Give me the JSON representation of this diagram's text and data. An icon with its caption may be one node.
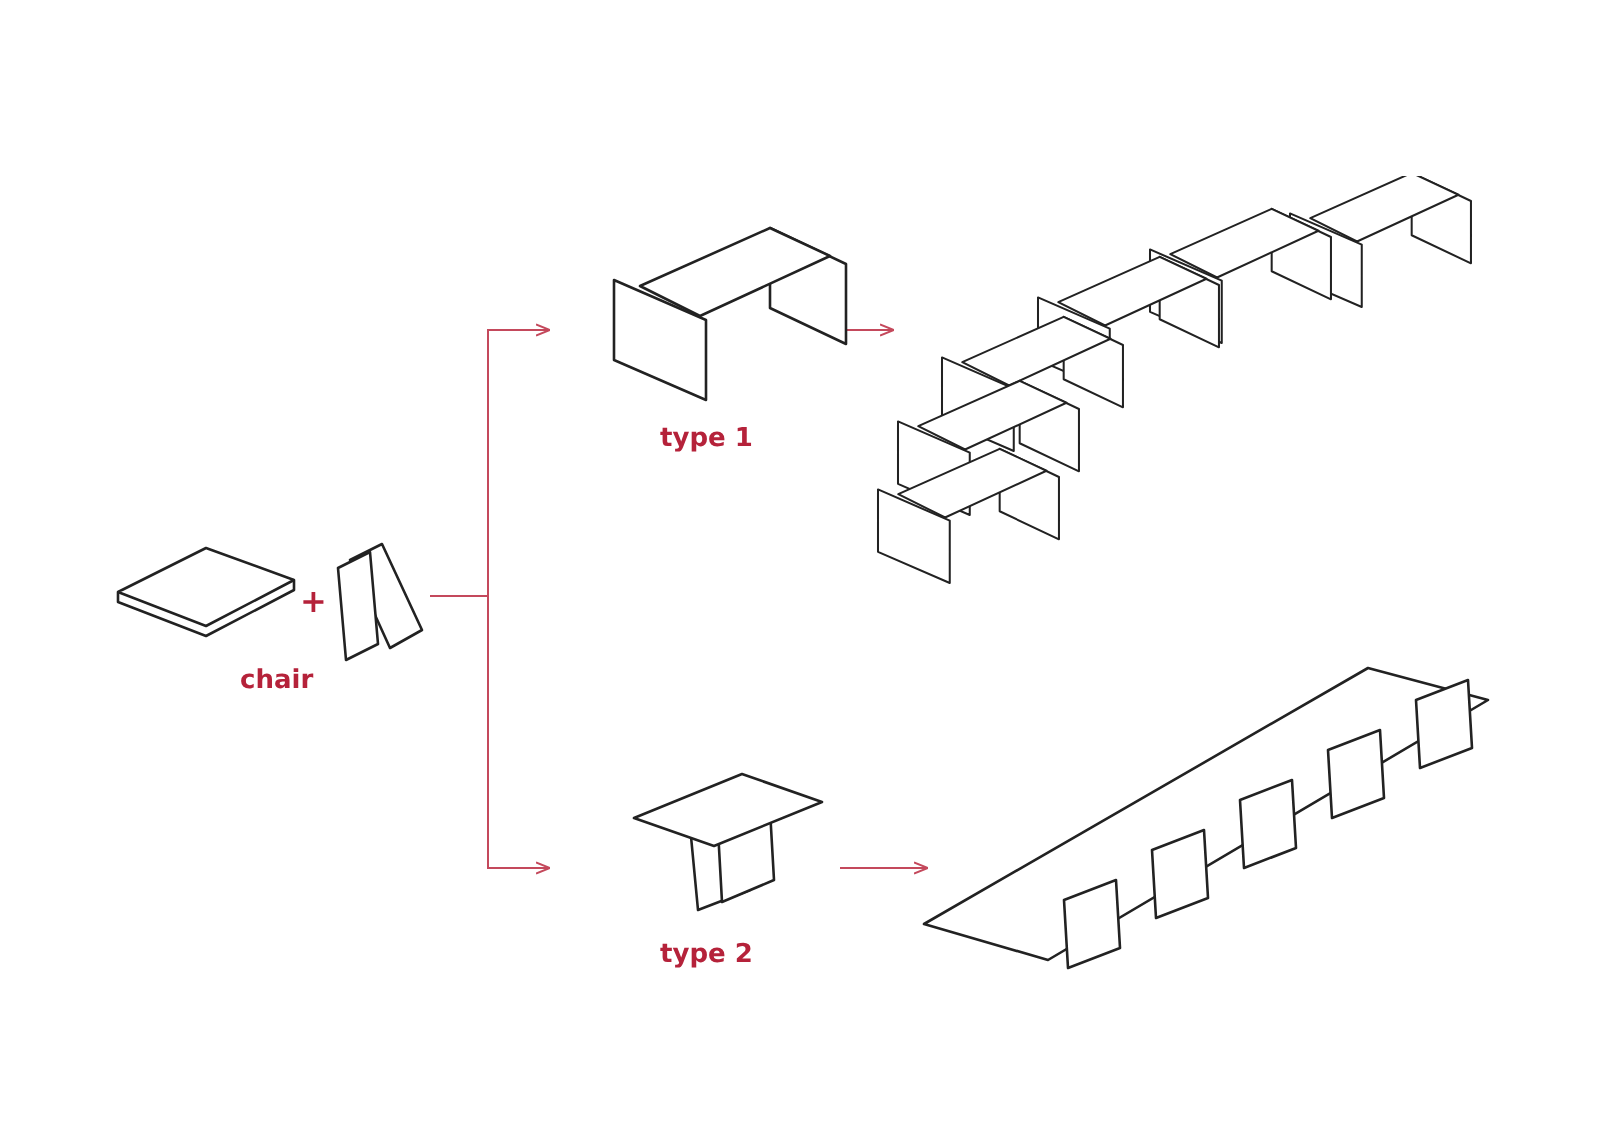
{
  "diagram": {
    "nodes": [
      {
        "text": [
          "chair"
        ]
      },
      {
        "text": [
          "type 1"
        ]
      },
      {
        "text": [
          "type 2"
        ]
      },
      {
        "text": [],
        "shape": "picture"
      },
      {
        "text": [],
        "shape": "picture"
      }
    ],
    "edges": [
      {
        "from": 0,
        "to": 1,
        "arrow": "to"
      },
      {
        "from": 0,
        "to": 2,
        "arrow": "to"
      },
      {
        "from": 1,
        "to": 3,
        "arrow": "to"
      },
      {
        "from": 2,
        "to": 4,
        "arrow": "to"
      }
    ],
    "labels": [
      "+"
    ]
  }
}
